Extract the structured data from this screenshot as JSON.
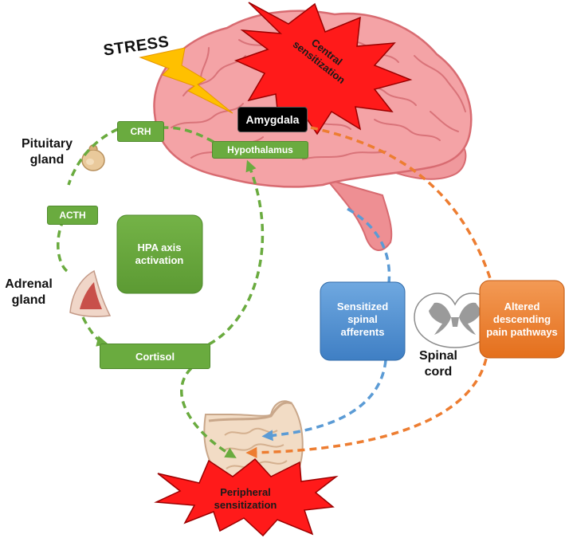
{
  "labels": {
    "stress": "STRESS",
    "central_sensitization": "Central sensitization",
    "amygdala": "Amygdala",
    "hypothalamus": "Hypothalamus",
    "crh": "CRH",
    "pituitary_gland": "Pituitary gland",
    "acth": "ACTH",
    "hpa_axis_activation": "HPA axis activation",
    "adrenal_gland": "Adrenal gland",
    "cortisol": "Cortisol",
    "sensitized_spinal_afferents": "Sensitized spinal afferents",
    "spinal_cord": "Spinal cord",
    "altered_descending_pain_pathways": "Altered descending pain pathways",
    "peripheral_sensitization": "Peripheral sensitization"
  },
  "colors": {
    "hpa_green": "#6aab3f",
    "afferent_blue": "#5b9bd5",
    "descending_orange": "#ed7d31",
    "burst_red": "#ff1a1a",
    "lightning_yellow": "#ffc000",
    "brain_pink": "#f4a3a6",
    "amygdala_black": "#000000"
  }
}
